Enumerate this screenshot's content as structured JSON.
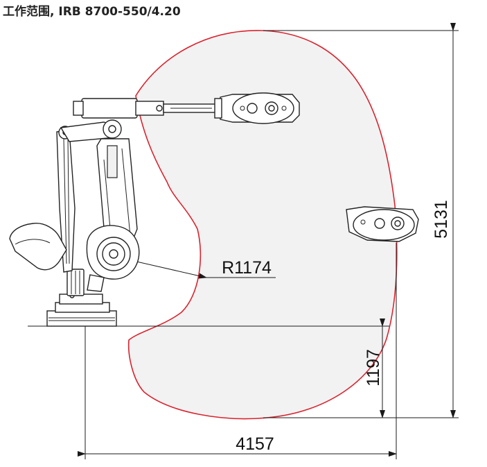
{
  "title": "工作范围, IRB 8700-550/4.20",
  "colors": {
    "envelope": "#d9232e",
    "envelope_fill": "#f2f2f2",
    "ink": "#1a1a1a",
    "title": "#222222"
  },
  "dimensions": {
    "radius_label": "R1174",
    "height_total": "5131",
    "height_lower": "1197",
    "reach_horizontal": "4157"
  }
}
